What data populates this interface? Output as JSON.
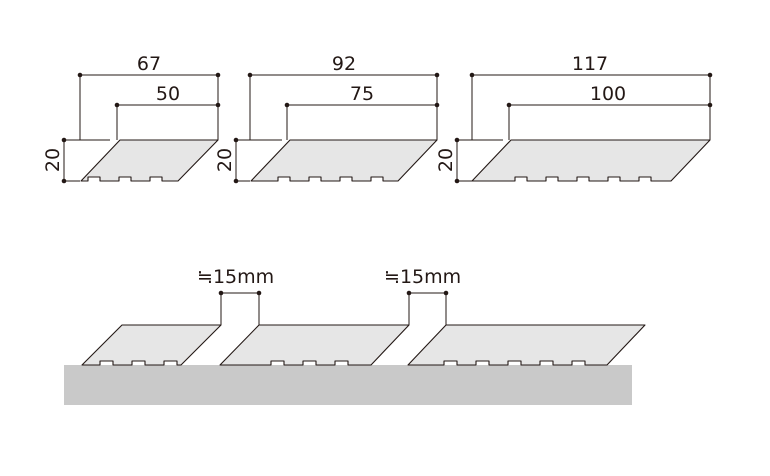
{
  "profiles": [
    {
      "total_width": "67",
      "top_width": "50",
      "height": "20"
    },
    {
      "total_width": "92",
      "top_width": "75",
      "height": "20"
    },
    {
      "total_width": "117",
      "top_width": "100",
      "height": "20"
    }
  ],
  "install": {
    "gap_labels": [
      "≒15mm",
      "≒15mm"
    ]
  },
  "colors": {
    "line": "#231815",
    "panel_fill": "#e6e6e6",
    "ground_fill": "#c9c9c9"
  }
}
